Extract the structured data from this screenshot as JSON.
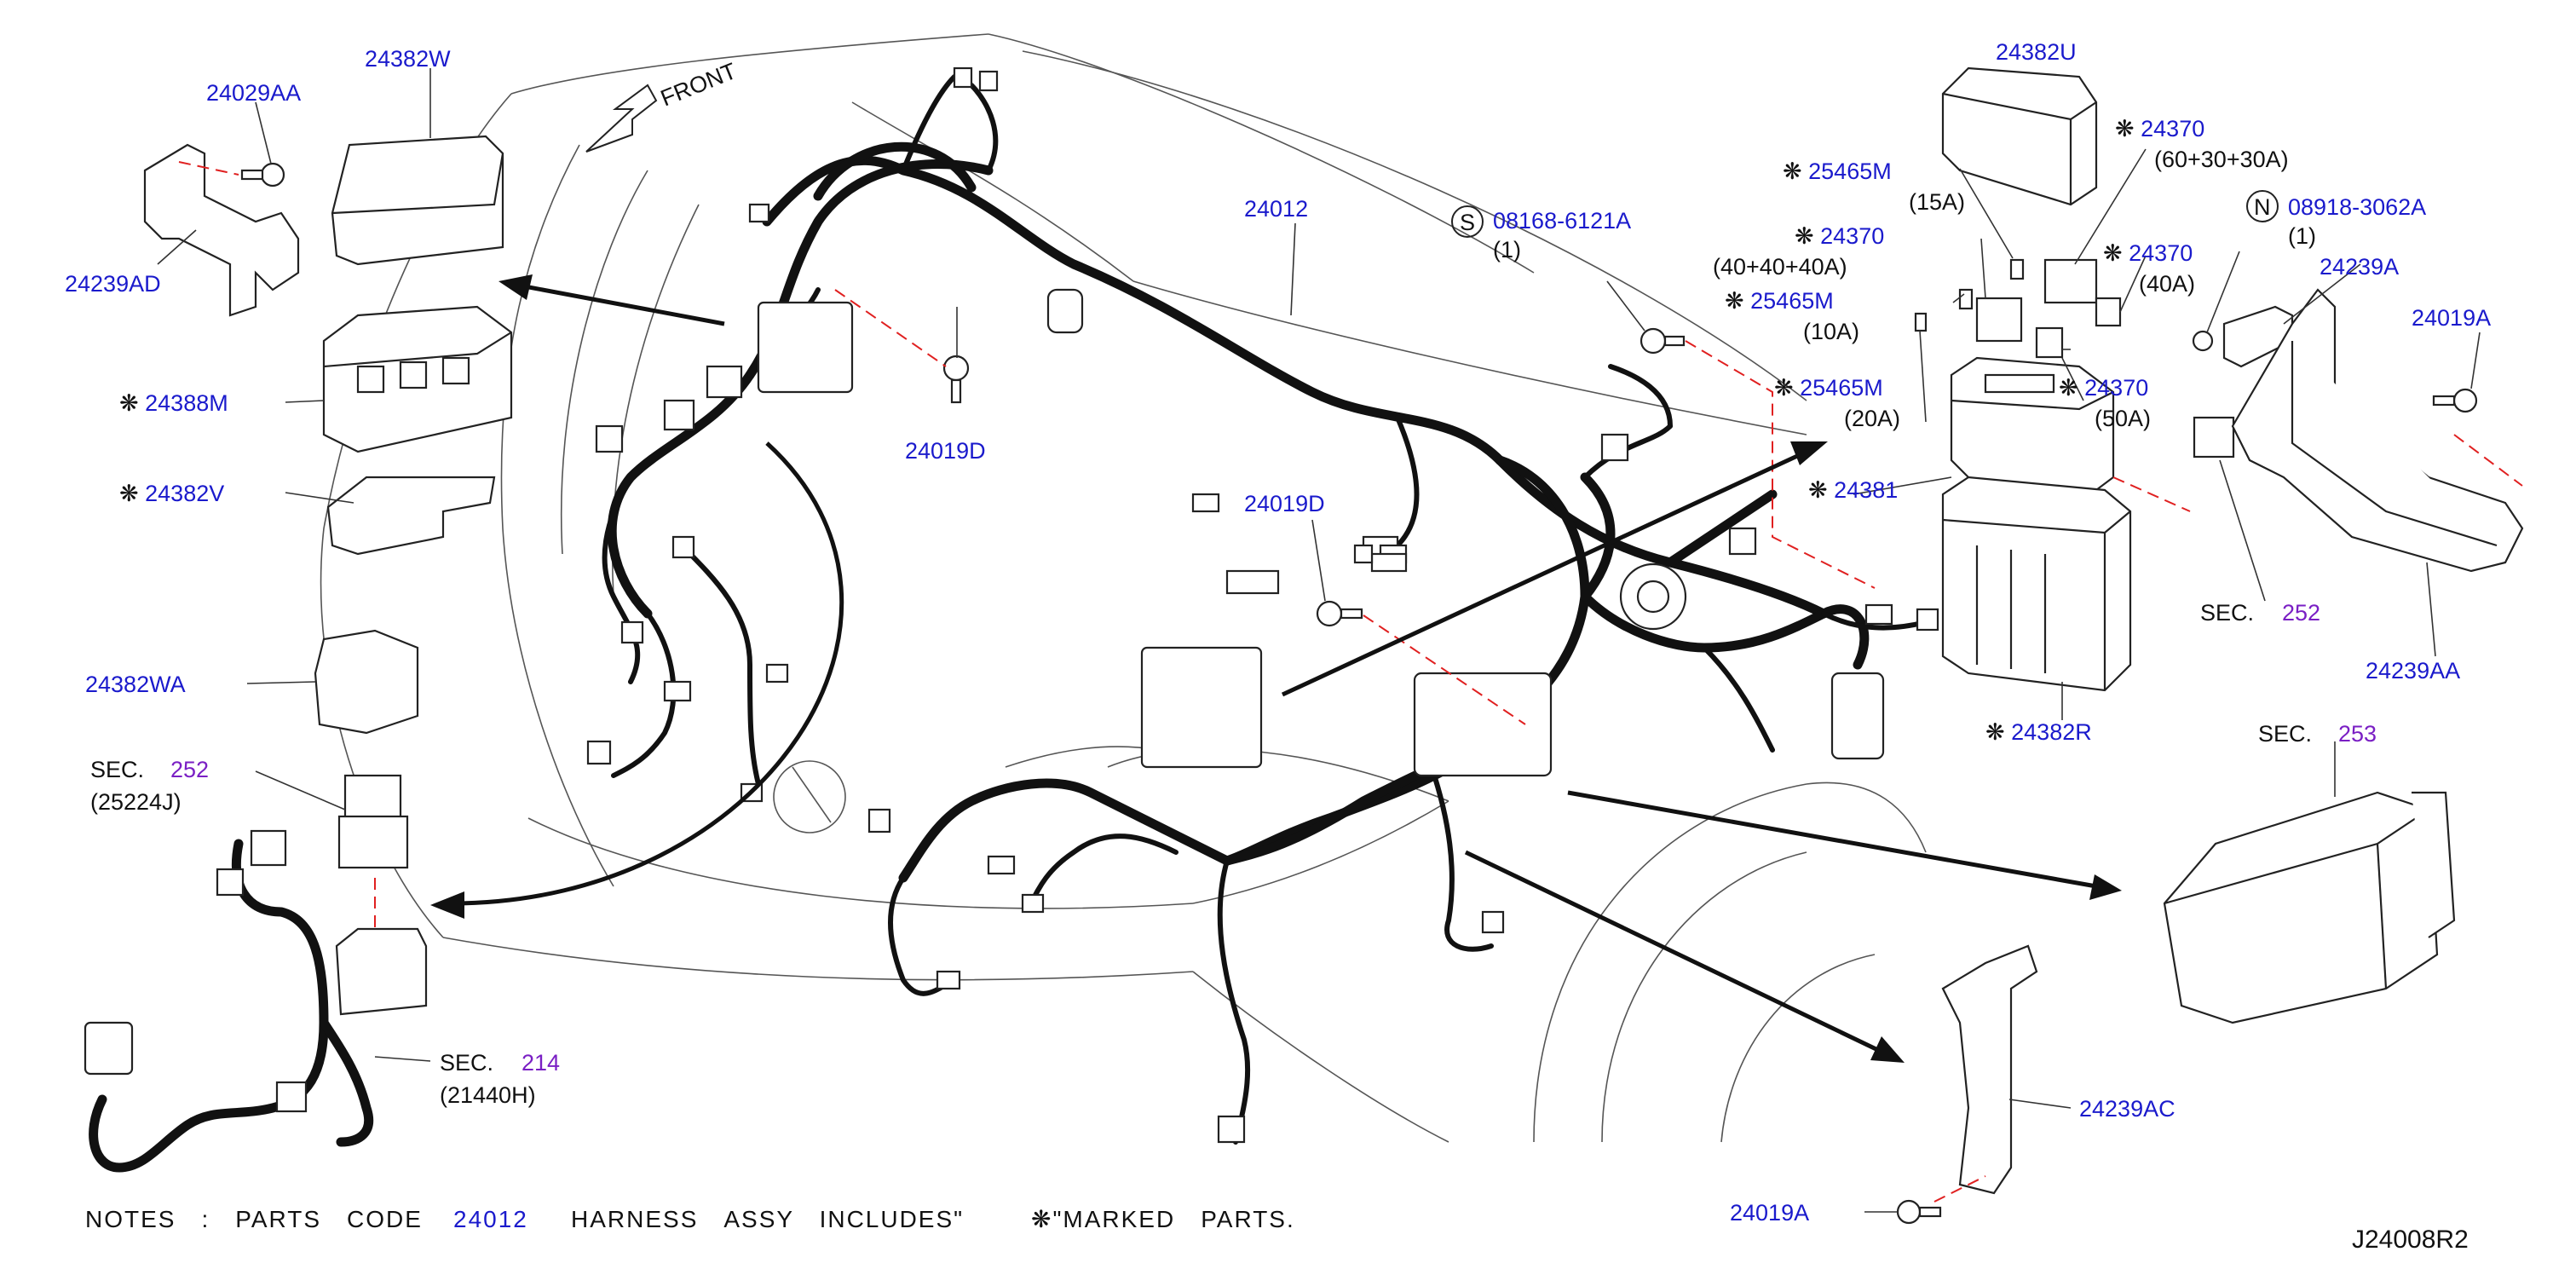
{
  "front_label": "FRONT",
  "diagram_code": "J24008R2",
  "colors": {
    "part_number": "#1a1acc",
    "section_number": "#7a1fc4",
    "alignment_dash": "#e02020",
    "line": "#111111"
  },
  "icons": {
    "marked_part": "snowflake-asterisk-icon",
    "s_circle": "s-circle-icon",
    "n_circle": "n-circle-icon"
  },
  "labels": {
    "p24029AA": "24029AA",
    "p24382W": "24382W",
    "p24239AD": "24239AD",
    "p24388M": "24388M",
    "p24382V": "24382V",
    "p24382WA": "24382WA",
    "sec252_left_word": "SEC.",
    "sec252_left_num": "252",
    "sec252_left_sub": "(25224J)",
    "sec214_word": "SEC.",
    "sec214_num": "214",
    "sec214_sub": "(21440H)",
    "p24012": "24012",
    "p24019D_top": "24019D",
    "p24019D_mid": "24019D",
    "p08168": "08168-6121A",
    "p08168_qty": "(1)",
    "p25465M_15": "25465M",
    "p25465M_15_rating": "(15A)",
    "p24370_40x3": "24370",
    "p24370_40x3_rating": "(40+40+40A)",
    "p25465M_10": "25465M",
    "p25465M_10_rating": "(10A)",
    "p25465M_20": "25465M",
    "p25465M_20_rating": "(20A)",
    "p24381": "24381",
    "p24382U": "24382U",
    "p24370_60": "24370",
    "p24370_60_rating": "(60+30+30A)",
    "p24370_40": "24370",
    "p24370_40_rating": "(40A)",
    "p24370_50": "24370",
    "p24370_50_rating": "(50A)",
    "p08918": "08918-3062A",
    "p08918_qty": "(1)",
    "p24239A": "24239A",
    "p24019A_top": "24019A",
    "sec252_right_word": "SEC.",
    "sec252_right_num": "252",
    "p24239AA": "24239AA",
    "p24382R": "24382R",
    "sec253_word": "SEC.",
    "sec253_num": "253",
    "p24239AC": "24239AC",
    "p24019A_bottom": "24019A",
    "s_symbol": "S",
    "n_symbol": "N"
  },
  "notes": {
    "prefix": "NOTES　:　PARTS　CODE",
    "code": "24012",
    "text": "HARNESS　ASSY　INCLUDES\"",
    "marked": "\"MARKED　PARTS."
  }
}
